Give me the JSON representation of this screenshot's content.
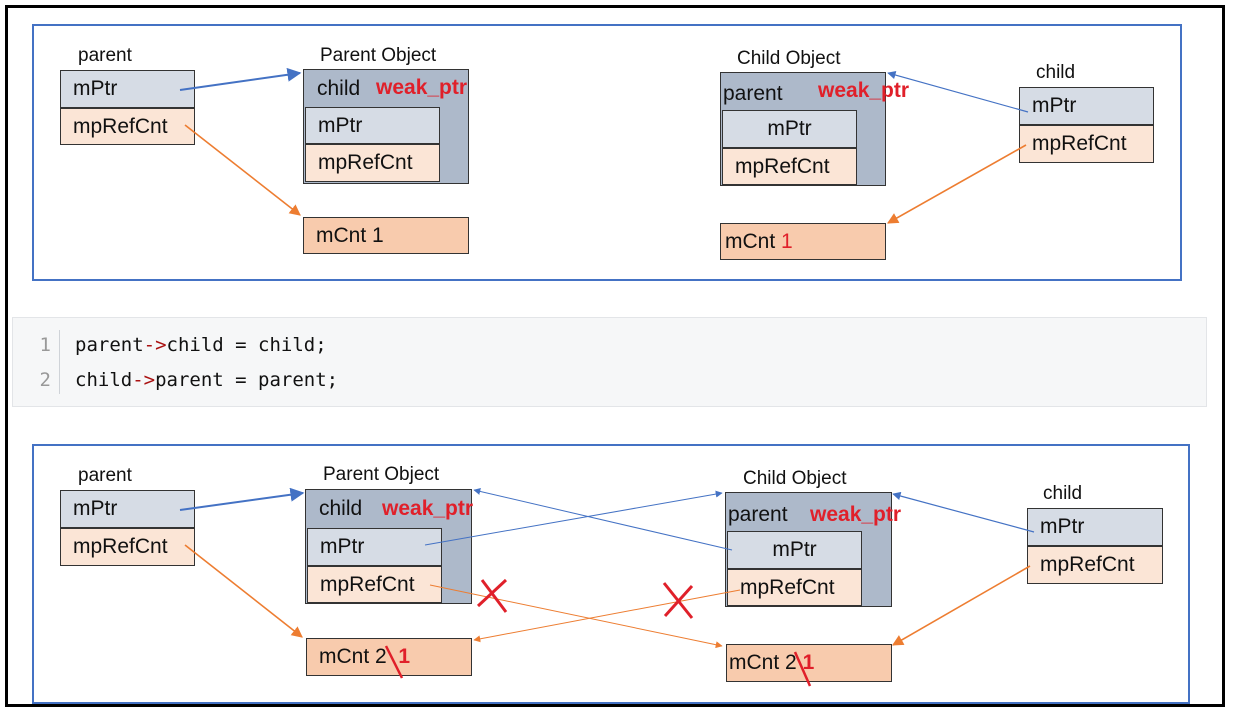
{
  "top": {
    "parent_label": "parent",
    "parent_object_label": "Parent Object",
    "child_object_label": "Child Object",
    "child_label": "child",
    "parent_fields": [
      "mPtr",
      "mpRefCnt"
    ],
    "parent_object": {
      "member": "child",
      "member_type": "weak_ptr",
      "fields": [
        "mPtr",
        "mpRefCnt"
      ]
    },
    "parent_cnt": {
      "label": "mCnt",
      "value": "1"
    },
    "child_object": {
      "member": "parent",
      "member_type": "weak_ptr",
      "fields": [
        "mPtr",
        "mpRefCnt"
      ]
    },
    "child_fields": [
      "mPtr",
      "mpRefCnt"
    ],
    "child_cnt": {
      "label": "mCnt",
      "value": "1"
    }
  },
  "code": {
    "lines": [
      {
        "num": "1",
        "lhs": "parent",
        "op": "->",
        "member": "child",
        "rest": " = child;"
      },
      {
        "num": "2",
        "lhs": "child",
        "op": "->",
        "member": "parent",
        "rest": " = parent;"
      }
    ]
  },
  "bottom": {
    "parent_label": "parent",
    "parent_object_label": "Parent Object",
    "child_object_label": "Child Object",
    "child_label": "child",
    "parent_fields": [
      "mPtr",
      "mpRefCnt"
    ],
    "parent_object": {
      "member": "child",
      "member_type": "weak_ptr",
      "fields": [
        "mPtr",
        "mpRefCnt"
      ]
    },
    "parent_cnt": {
      "label": "mCnt",
      "old_value": "2",
      "new_value": "1"
    },
    "child_object": {
      "member": "parent",
      "member_type": "weak_ptr",
      "fields": [
        "mPtr",
        "mpRefCnt"
      ]
    },
    "child_fields": [
      "mPtr",
      "mpRefCnt"
    ],
    "child_cnt": {
      "label": "mCnt",
      "old_value": "2",
      "new_value": "1"
    }
  },
  "colors": {
    "pointer_arrow": "#4472c4",
    "refcount_arrow": "#ed7d31",
    "highlight": "#e0202a",
    "panel_border": "#4472c4"
  }
}
